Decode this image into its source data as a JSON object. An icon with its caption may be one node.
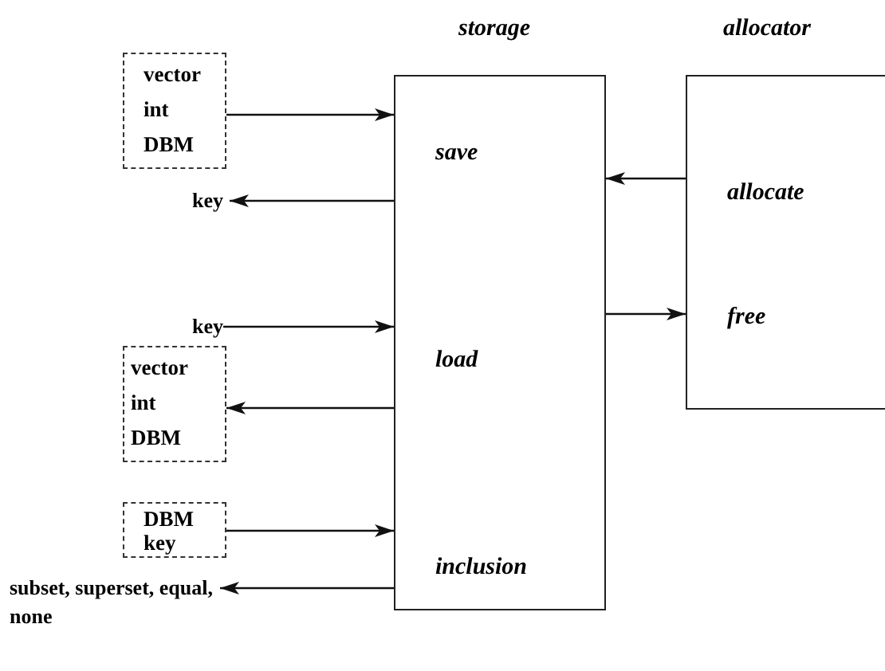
{
  "diagram": {
    "nodes": [
      {
        "text": [
          "storage",
          "save",
          "load",
          "inclusion"
        ]
      },
      {
        "text": [
          "allocator",
          "allocate",
          "free"
        ]
      },
      {
        "text": [
          "vector",
          "int",
          "DBM"
        ]
      },
      {
        "text": [
          "key"
        ]
      },
      {
        "text": [
          "key"
        ]
      },
      {
        "text": [
          "vector",
          "int",
          "DBM"
        ]
      },
      {
        "text": [
          "DBM",
          "key"
        ]
      },
      {
        "text": [
          "subset, superset, equal, none"
        ]
      }
    ],
    "edges": [
      {
        "from": 2,
        "to": 0,
        "arrow": "to"
      },
      {
        "from": 0,
        "to": 3,
        "arrow": "to"
      },
      {
        "from": 4,
        "to": 0,
        "arrow": "to"
      },
      {
        "from": 0,
        "to": 5,
        "arrow": "to"
      },
      {
        "from": 6,
        "to": 0,
        "arrow": "to"
      },
      {
        "from": 0,
        "to": 7,
        "arrow": "to"
      },
      {
        "from": 1,
        "to": 0,
        "arrow": "to"
      },
      {
        "from": 0,
        "to": 1,
        "arrow": "to"
      }
    ]
  }
}
